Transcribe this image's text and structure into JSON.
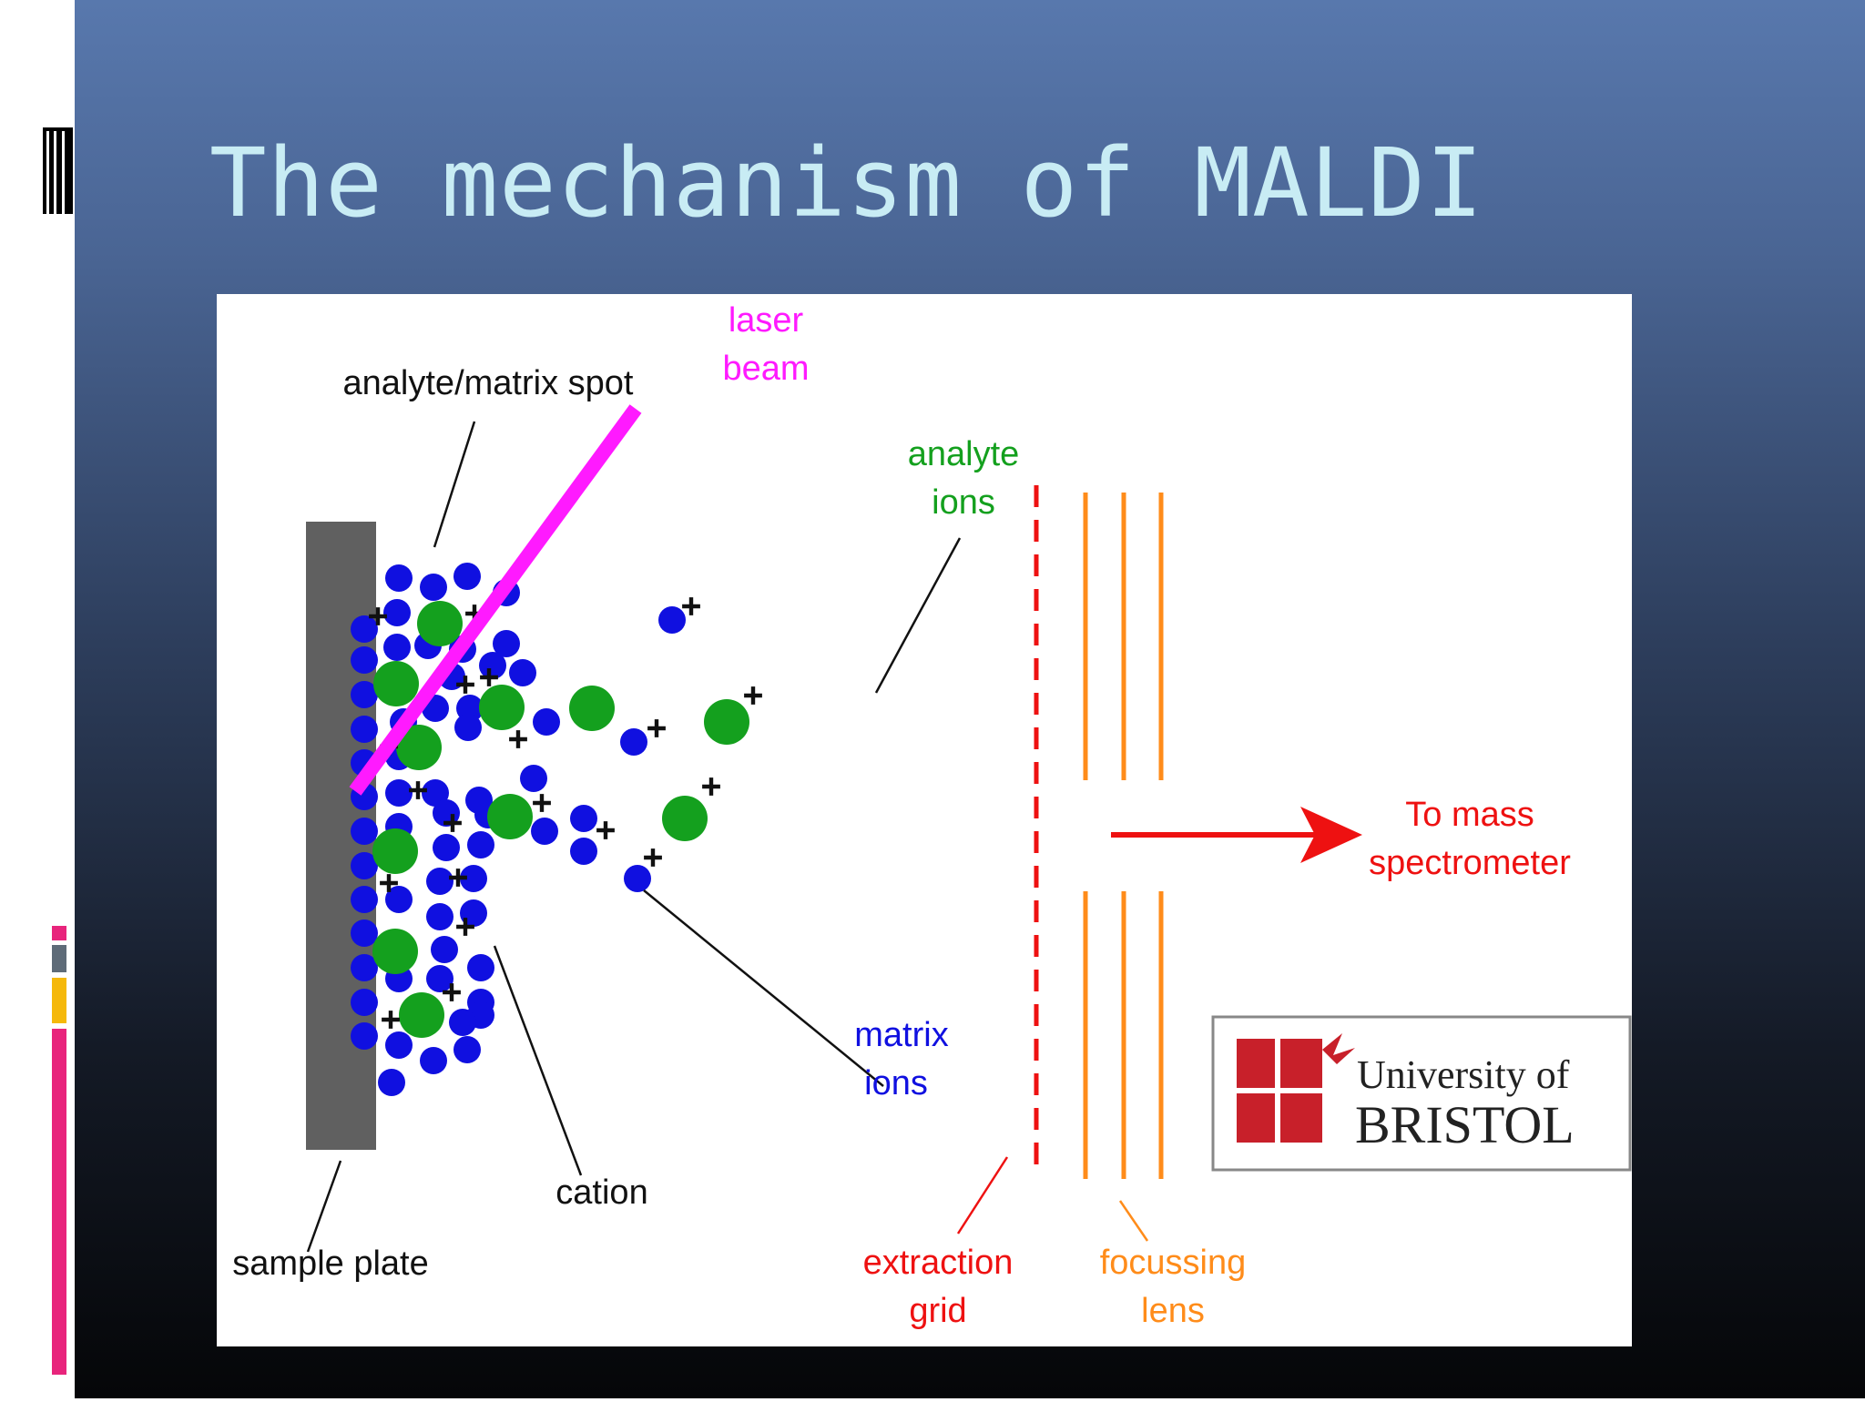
{
  "slide": {
    "title": "The mechanism of MALDI",
    "colors": {
      "title": "#c8ecf4",
      "background_top": "#5878ad",
      "background_bottom": "#050608",
      "accent_pink": "#e8247c",
      "accent_yellow": "#f5b80a",
      "accent_gray": "#5e6b78"
    }
  },
  "diagram": {
    "labels": {
      "laser_beam": [
        "laser",
        "beam"
      ],
      "analyte_matrix_spot": "analyte/matrix spot",
      "analyte_ions": [
        "analyte",
        "ions"
      ],
      "to_mass_spectrometer": [
        "To mass",
        "spectrometer"
      ],
      "matrix_ions": [
        "matrix",
        "ions"
      ],
      "cation": "cation",
      "sample_plate": "sample plate",
      "extraction_grid": [
        "extraction",
        "grid"
      ],
      "focussing_lens": [
        "focussing",
        "lens"
      ]
    },
    "plus_sign": "+",
    "colors": {
      "laser": "#ff1aff",
      "analyte": "#14a01e",
      "matrix": "#1010e0",
      "extraction_grid": "#ee1111",
      "focussing_lens": "#ff8c1a",
      "arrow": "#ee1111",
      "plate": "#606060",
      "black_text": "#111111"
    },
    "logo": {
      "line1": "University of",
      "line2": "BRISTOL",
      "crest_color": "#c8202a"
    }
  }
}
